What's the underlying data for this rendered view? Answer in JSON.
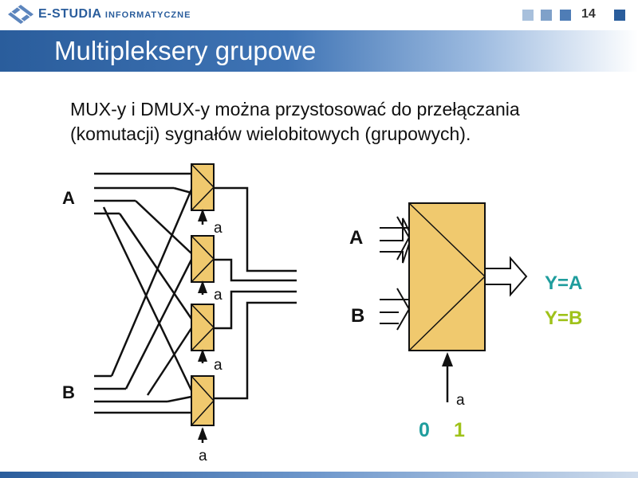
{
  "header": {
    "brand": "E-STUDIA",
    "brand_sub": "INFORMATYCZNE",
    "page_number": "14",
    "square_colors": [
      "#a8c0dc",
      "#7fa1c9",
      "#4f7db6",
      "#2a5d9c"
    ]
  },
  "slide": {
    "title": "Multipleksery grupowe",
    "intro_line1": "MUX-y i DMUX-y można przystosować do przełączania",
    "intro_line2": "(komutacji) sygnałów wielobitowych (grupowych)."
  },
  "left_diagram": {
    "input_a_label": "A",
    "input_b_label": "B",
    "select_label": "a"
  },
  "right_diagram": {
    "input_a_label": "A",
    "input_b_label": "B",
    "select_label": "a",
    "output_a": "Y=A",
    "output_b": "Y=B",
    "select_zero": "0",
    "select_one": "1",
    "color_a": "#1f9d9d",
    "color_b": "#9fc21a"
  },
  "colors": {
    "mux_fill": "#f0c96e"
  }
}
